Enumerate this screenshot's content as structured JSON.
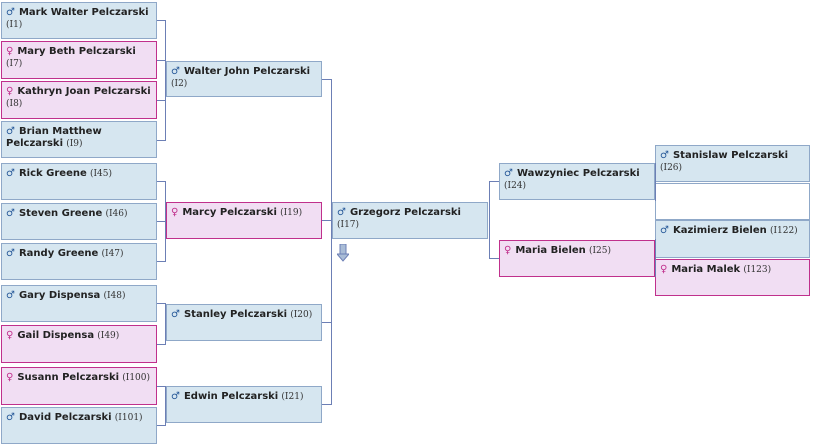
{
  "people": {
    "I1": {
      "name": "Mark Walter Pelczarski",
      "id": "(I1)",
      "sex": "male"
    },
    "I7": {
      "name": "Mary Beth Pelczarski",
      "id": "(I7)",
      "sex": "female"
    },
    "I8": {
      "name": "Kathryn Joan Pelczarski",
      "id": "(I8)",
      "sex": "female"
    },
    "I9": {
      "name": "Brian Matthew Pelczarski",
      "id": "(I9)",
      "sex": "male"
    },
    "I45": {
      "name": "Rick Greene",
      "id": "(I45)",
      "sex": "male"
    },
    "I46": {
      "name": "Steven Greene",
      "id": "(I46)",
      "sex": "male"
    },
    "I47": {
      "name": "Randy Greene",
      "id": "(I47)",
      "sex": "male"
    },
    "I48": {
      "name": "Gary Dispensa",
      "id": "(I48)",
      "sex": "male"
    },
    "I49": {
      "name": "Gail Dispensa",
      "id": "(I49)",
      "sex": "female"
    },
    "I100": {
      "name": "Susann Pelczarski",
      "id": "(I100)",
      "sex": "female"
    },
    "I101": {
      "name": "David Pelczarski",
      "id": "(I101)",
      "sex": "male"
    },
    "I2": {
      "name": "Walter John Pelczarski",
      "id": "(I2)",
      "sex": "male"
    },
    "I19": {
      "name": "Marcy Pelczarski",
      "id": "(I19)",
      "sex": "female"
    },
    "I20": {
      "name": "Stanley Pelczarski",
      "id": "(I20)",
      "sex": "male"
    },
    "I21": {
      "name": "Edwin Pelczarski",
      "id": "(I21)",
      "sex": "male"
    },
    "I17": {
      "name": "Grzegorz Pelczarski",
      "id": "(I17)",
      "sex": "male"
    },
    "I24": {
      "name": "Wawzyniec Pelczarski",
      "id": "(I24)",
      "sex": "male"
    },
    "I25": {
      "name": "Maria Bielen",
      "id": "(I25)",
      "sex": "female"
    },
    "I26": {
      "name": "Stanislaw Pelczarski",
      "id": "(I26)",
      "sex": "male"
    },
    "I122": {
      "name": "Kazimierz Bielen",
      "id": "(I122)",
      "sex": "male"
    },
    "I123": {
      "name": "Maria Malek",
      "id": "(I123)",
      "sex": "female"
    }
  },
  "icons": {
    "male_symbol": "♂",
    "female_symbol": "♀",
    "expand_arrow": "arrow-down-icon"
  },
  "colors": {
    "male_bg": "#d6e6f0",
    "female_bg": "#f1def3",
    "male_border": "#8fa8c8",
    "female_border": "#c0308c",
    "connector": "#6c7fb5"
  }
}
